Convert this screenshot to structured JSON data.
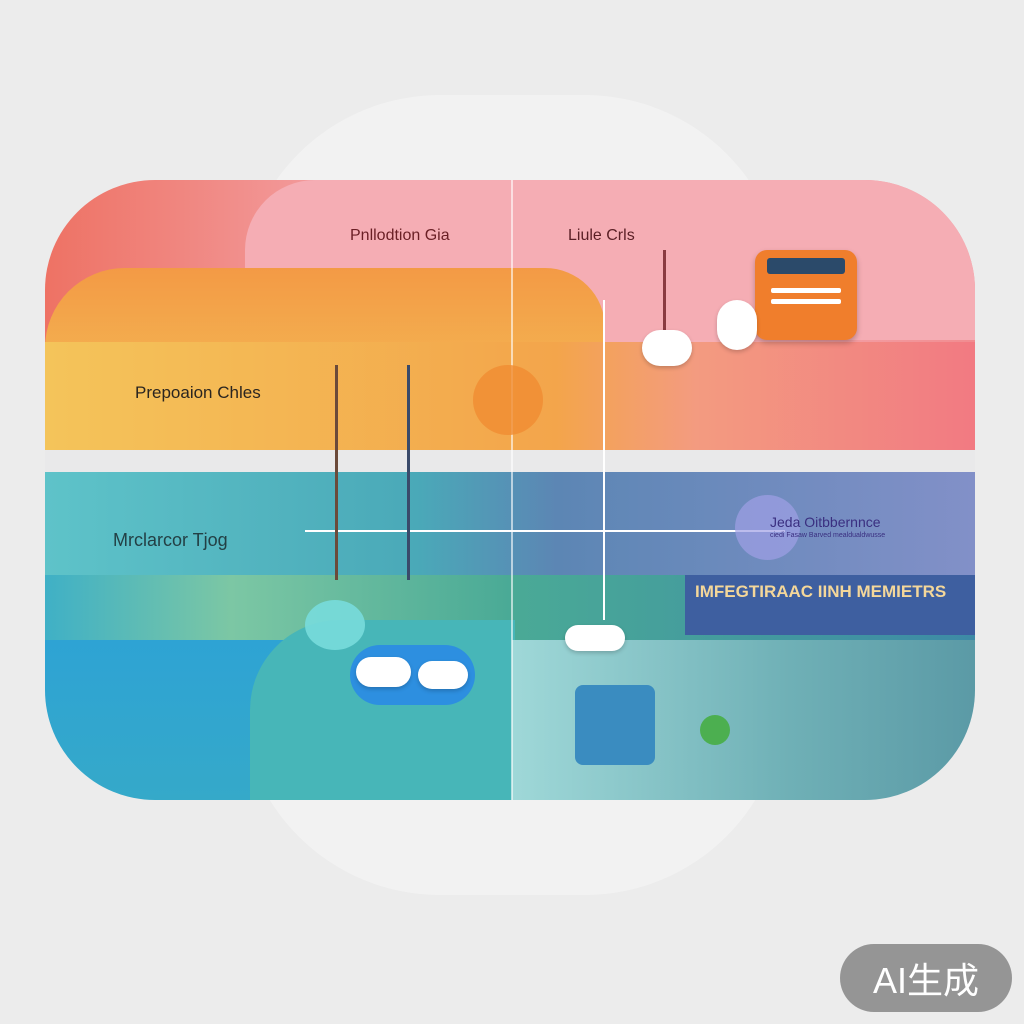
{
  "labels": {
    "top_left": "Pnllodtion Gia",
    "top_right": "Liule Crls",
    "middle_left": "Prepoaion Chles",
    "lower_left": "Mrclarcor Tjog",
    "lower_right": "Jeda Oitbbernnce",
    "lower_right_sub": "ciedi Fasaw Barved mealdualdwusse",
    "banner": "IMFEGTIRAAC IINH MEMIETRS"
  },
  "watermark": "AI生成",
  "colors": {
    "pink": "#f4a9b0",
    "red": "#ee7264",
    "orange": "#f2a24a",
    "yellow": "#f4c45a",
    "teal": "#5ec3c9",
    "purple": "#8290c8",
    "navy": "#3e5fa0",
    "blue": "#2ea3d4"
  }
}
